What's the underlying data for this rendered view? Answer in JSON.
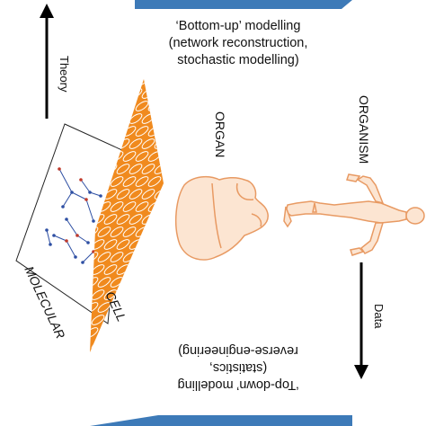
{
  "labels": {
    "theory": "Theory",
    "data": "Data",
    "bottom_up": {
      "line1": "‘Bottom-up’ modelling",
      "line2": "(network reconstruction,",
      "line3": "stochastic modelling)"
    },
    "top_down": {
      "line1": "‘Top-down’ modelling",
      "line2": "(statistics,",
      "line3": "reverse-engineering)"
    },
    "organ": "ORGAN",
    "organism": "ORGANISM",
    "cell": "CELL",
    "molecular": "MOLECULAR"
  },
  "colors": {
    "arrow_blue": "#3d7ab8",
    "cell_orange": "#f08a1e",
    "organ_fill": "#fce5d2",
    "organ_outline": "#e89a63",
    "network_node_red": "#c0392b",
    "network_node_blue": "#2e4fa3"
  }
}
